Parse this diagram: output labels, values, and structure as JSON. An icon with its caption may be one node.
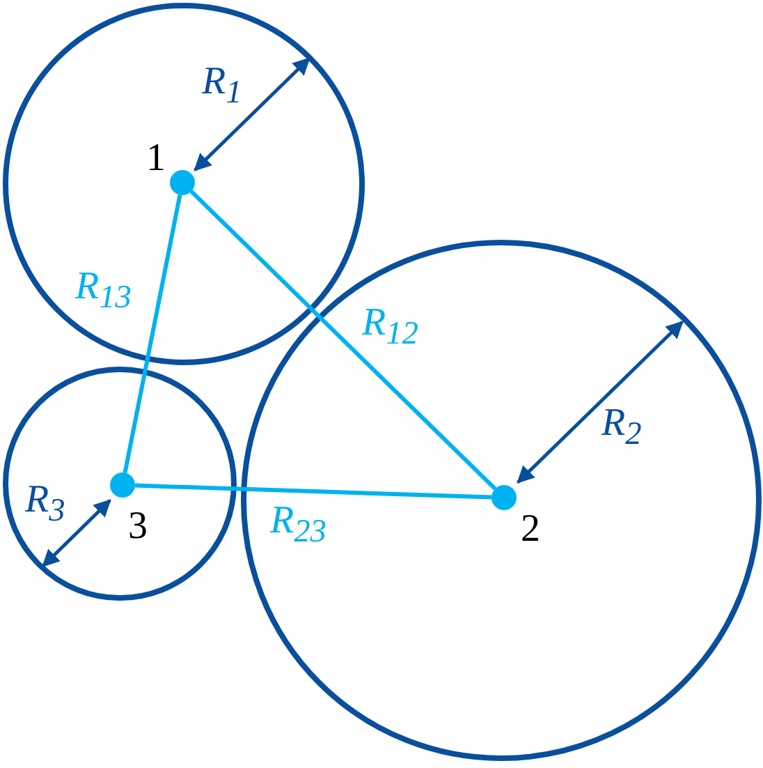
{
  "diagram": {
    "nodes": [
      {
        "text": [],
        "shape": "circle"
      },
      {
        "text": [],
        "shape": "circle"
      },
      {
        "text": [],
        "shape": "circle"
      },
      {
        "text": [],
        "shape": "circle",
        "beside": [
          "1"
        ],
        "in": 0
      },
      {
        "text": [],
        "shape": "circle",
        "beside": [
          "2"
        ],
        "in": 1
      },
      {
        "text": [],
        "shape": "circle",
        "beside": [
          "3"
        ],
        "in": 2
      }
    ],
    "edges": [
      {
        "from": 3,
        "to": 4,
        "arrow": "none",
        "label": "R$_{12}$"
      },
      {
        "from": 3,
        "to": 5,
        "arrow": "none",
        "label": "R$_{13}$"
      },
      {
        "from": 5,
        "to": 4,
        "arrow": "none",
        "label": "R$_{23}$"
      }
    ],
    "labels": [
      "R$_{1}$",
      "R$_{2}$",
      "R$_{3}$"
    ]
  }
}
